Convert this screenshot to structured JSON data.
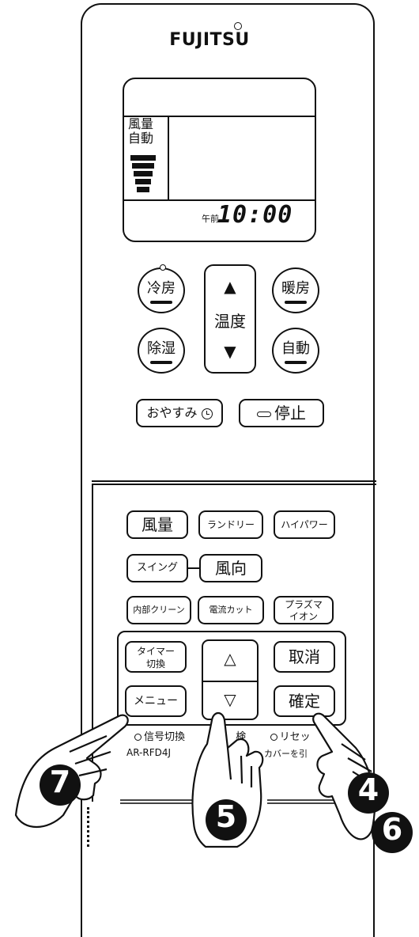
{
  "brand": "FUJITSU",
  "lcd": {
    "fan_label_1": "風量",
    "fan_label_2": "自動",
    "ampm": "午前",
    "clock": "10:00"
  },
  "top_buttons": {
    "cool": "冷房",
    "heat": "暖房",
    "dry": "除湿",
    "auto": "自動",
    "temp_label": "温度",
    "temp_up": "▲",
    "temp_down": "▼",
    "sleep": "おやすみ",
    "sleep_icon": "clock-icon",
    "stop": "停止"
  },
  "cover_buttons": {
    "fan": "風量",
    "laundry": "ランドリー",
    "high_power": "ハイパワー",
    "swing": "スイング",
    "direction": "風向",
    "internal_clean": "内部クリーン",
    "power_cut": "電流カット",
    "plasma_1": "プラズマ",
    "plasma_2": "イオン",
    "timer_1": "タイマー",
    "timer_2": "切換",
    "up": "△",
    "down": "▽",
    "cancel": "取消",
    "menu": "メニュー",
    "confirm": "確定"
  },
  "small_labels": {
    "signal": "信号切換",
    "check": "検",
    "reset": "リセッ"
  },
  "model": "AR-RFD4J",
  "cover_text": "カバーを引",
  "steps": {
    "step_7": "7",
    "step_5": "5",
    "step_4": "4",
    "step_6": "6"
  },
  "colors": {
    "outline": "#111111",
    "step_badge": "#111111",
    "background": "#ffffff"
  }
}
